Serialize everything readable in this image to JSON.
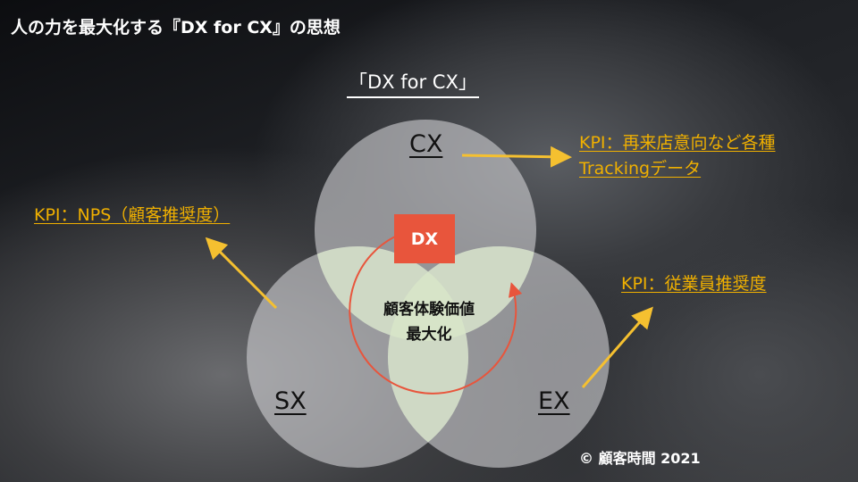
{
  "title": "人の力を最大化する『DX for CX』の思想",
  "subtitle": "「DX for CX」",
  "circles": {
    "cx": "CX",
    "sx": "SX",
    "ex": "EX"
  },
  "dx_label": "DX",
  "center": {
    "line1": "顧客体験価値",
    "line2": "最大化"
  },
  "kpi": {
    "cx_line1": "KPI：再来店意向など各種",
    "cx_line2": "Trackingデータ",
    "sx": "KPI：NPS（顧客推奨度）",
    "ex": "KPI：従業員推奨度"
  },
  "copyright": "© 顧客時間 2021",
  "colors": {
    "kpi": "#f0b000",
    "dx": "#e8553c"
  }
}
